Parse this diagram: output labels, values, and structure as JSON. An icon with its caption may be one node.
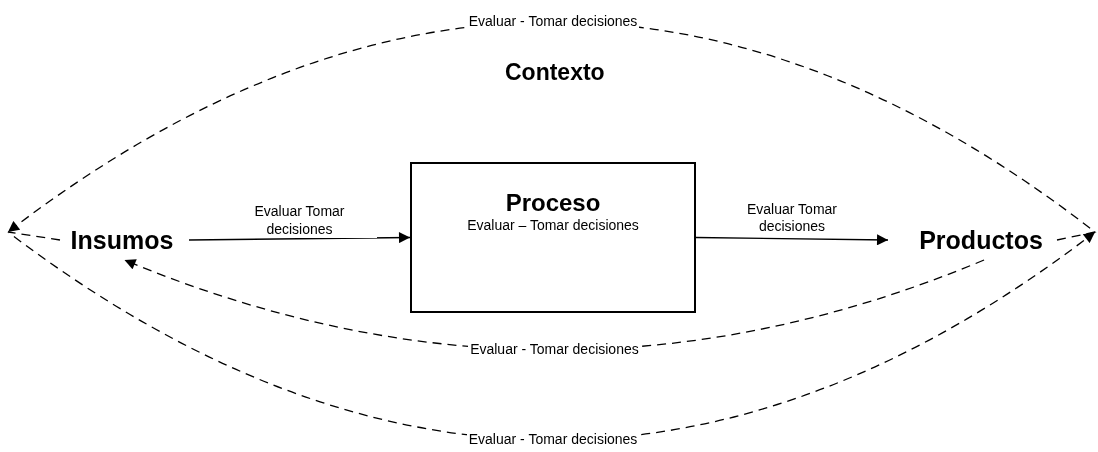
{
  "diagram": {
    "nodes": [
      {
        "text": [
          "Insumos"
        ]
      },
      {
        "text": [
          "Proceso",
          "Evaluar – Tomar decisiones"
        ]
      },
      {
        "text": [
          "Productos"
        ]
      }
    ],
    "edges": [
      {
        "from": 0,
        "to": 1,
        "arrow": "to",
        "label": "Evaluar Tomar decisiones"
      },
      {
        "from": 1,
        "to": 2,
        "arrow": "to",
        "label": "Evaluar Tomar decisiones"
      },
      {
        "from": 2,
        "to": 0,
        "arrow": "to",
        "label": "Evaluar - Tomar decisiones",
        "style": "dashed"
      },
      {
        "from": 2,
        "to": null,
        "arrow": "to",
        "label": "Evaluar - Tomar decisiones",
        "style": "dashed"
      },
      {
        "from": 0,
        "to": null,
        "arrow": "to",
        "label": "Evaluar - Tomar decisiones",
        "style": "dashed"
      }
    ],
    "labels": [
      "Contexto"
    ]
  }
}
